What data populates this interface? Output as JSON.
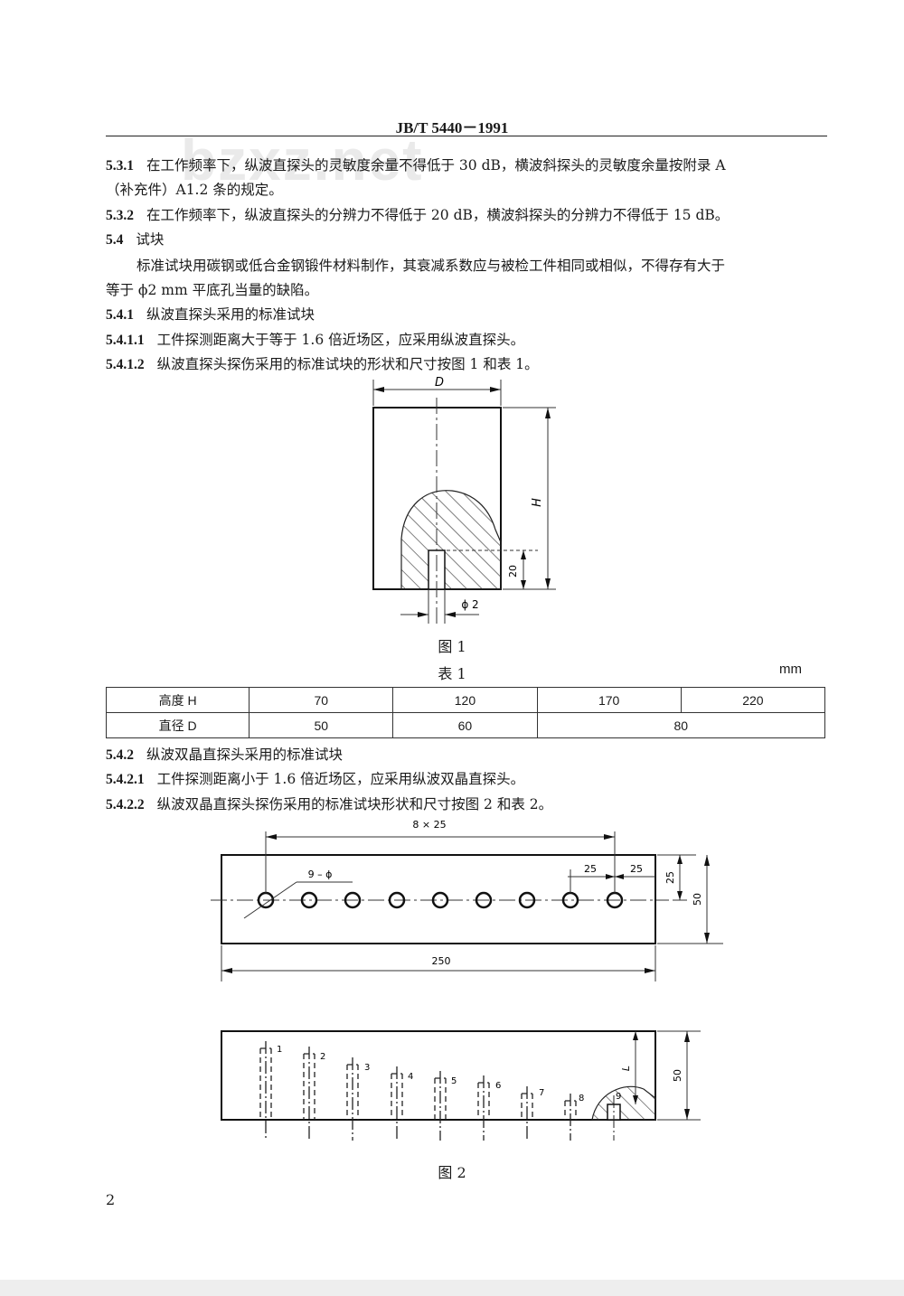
{
  "header": "JB/T  5440－1991",
  "watermark": "bzxz.net",
  "paragraphs": {
    "p531": {
      "num": "5.3.1",
      "text": "在工作频率下，纵波直探头的灵敏度余量不得低于 30 dB，横波斜探头的灵敏度余量按附录 A"
    },
    "p531b": "（补充件）A1.2 条的规定。",
    "p532": {
      "num": "5.3.2",
      "text": "在工作频率下，纵波直探头的分辨力不得低于 20 dB，横波斜探头的分辨力不得低于 15 dB。"
    },
    "p54": {
      "num": "5.4",
      "text": "试块"
    },
    "p54a": "标准试块用碳钢或低合金钢锻件材料制作，其衰减系数应与被检工件相同或相似，不得存有大于",
    "p54b": "等于 ϕ2 mm 平底孔当量的缺陷。",
    "p541": {
      "num": "5.4.1",
      "text": "纵波直探头采用的标准试块"
    },
    "p5411": {
      "num": "5.4.1.1",
      "text": "工件探测距离大于等于 1.6 倍近场区，应采用纵波直探头。"
    },
    "p5412": {
      "num": "5.4.1.2",
      "text": "纵波直探头探伤采用的标准试块的形状和尺寸按图 1 和表 1。"
    },
    "p542": {
      "num": "5.4.2",
      "text": "纵波双晶直探头采用的标准试块"
    },
    "p5421": {
      "num": "5.4.2.1",
      "text": "工件探测距离小于 1.6 倍近场区，应采用纵波双晶直探头。"
    },
    "p5422": {
      "num": "5.4.2.2",
      "text": "纵波双晶直探头探伤采用的标准试块形状和尺寸按图 2 和表 2。"
    }
  },
  "figure1": {
    "label_D": "D",
    "label_H": "H",
    "label_20": "20",
    "label_phi2": "ϕ 2",
    "caption": "图 1"
  },
  "table1": {
    "title": "表  1",
    "unit": "mm",
    "row_h_label": "高度   H",
    "row_h_values": [
      "70",
      "120",
      "170",
      "220"
    ],
    "row_d_label": "直径   D",
    "row_d_values": [
      "50",
      "60",
      "80"
    ]
  },
  "figure2": {
    "label_8x25": "8 × 25",
    "label_9phi": "9 – ϕ",
    "label_25a": "25",
    "label_25b": "25",
    "label_25v": "25",
    "label_50top": "50",
    "label_250": "250",
    "label_50bot": "50",
    "label_L": "L",
    "hole_numbers": [
      "1",
      "2",
      "3",
      "4",
      "5",
      "6",
      "7",
      "8",
      "9"
    ],
    "caption": "图 2"
  },
  "page_number": "2"
}
